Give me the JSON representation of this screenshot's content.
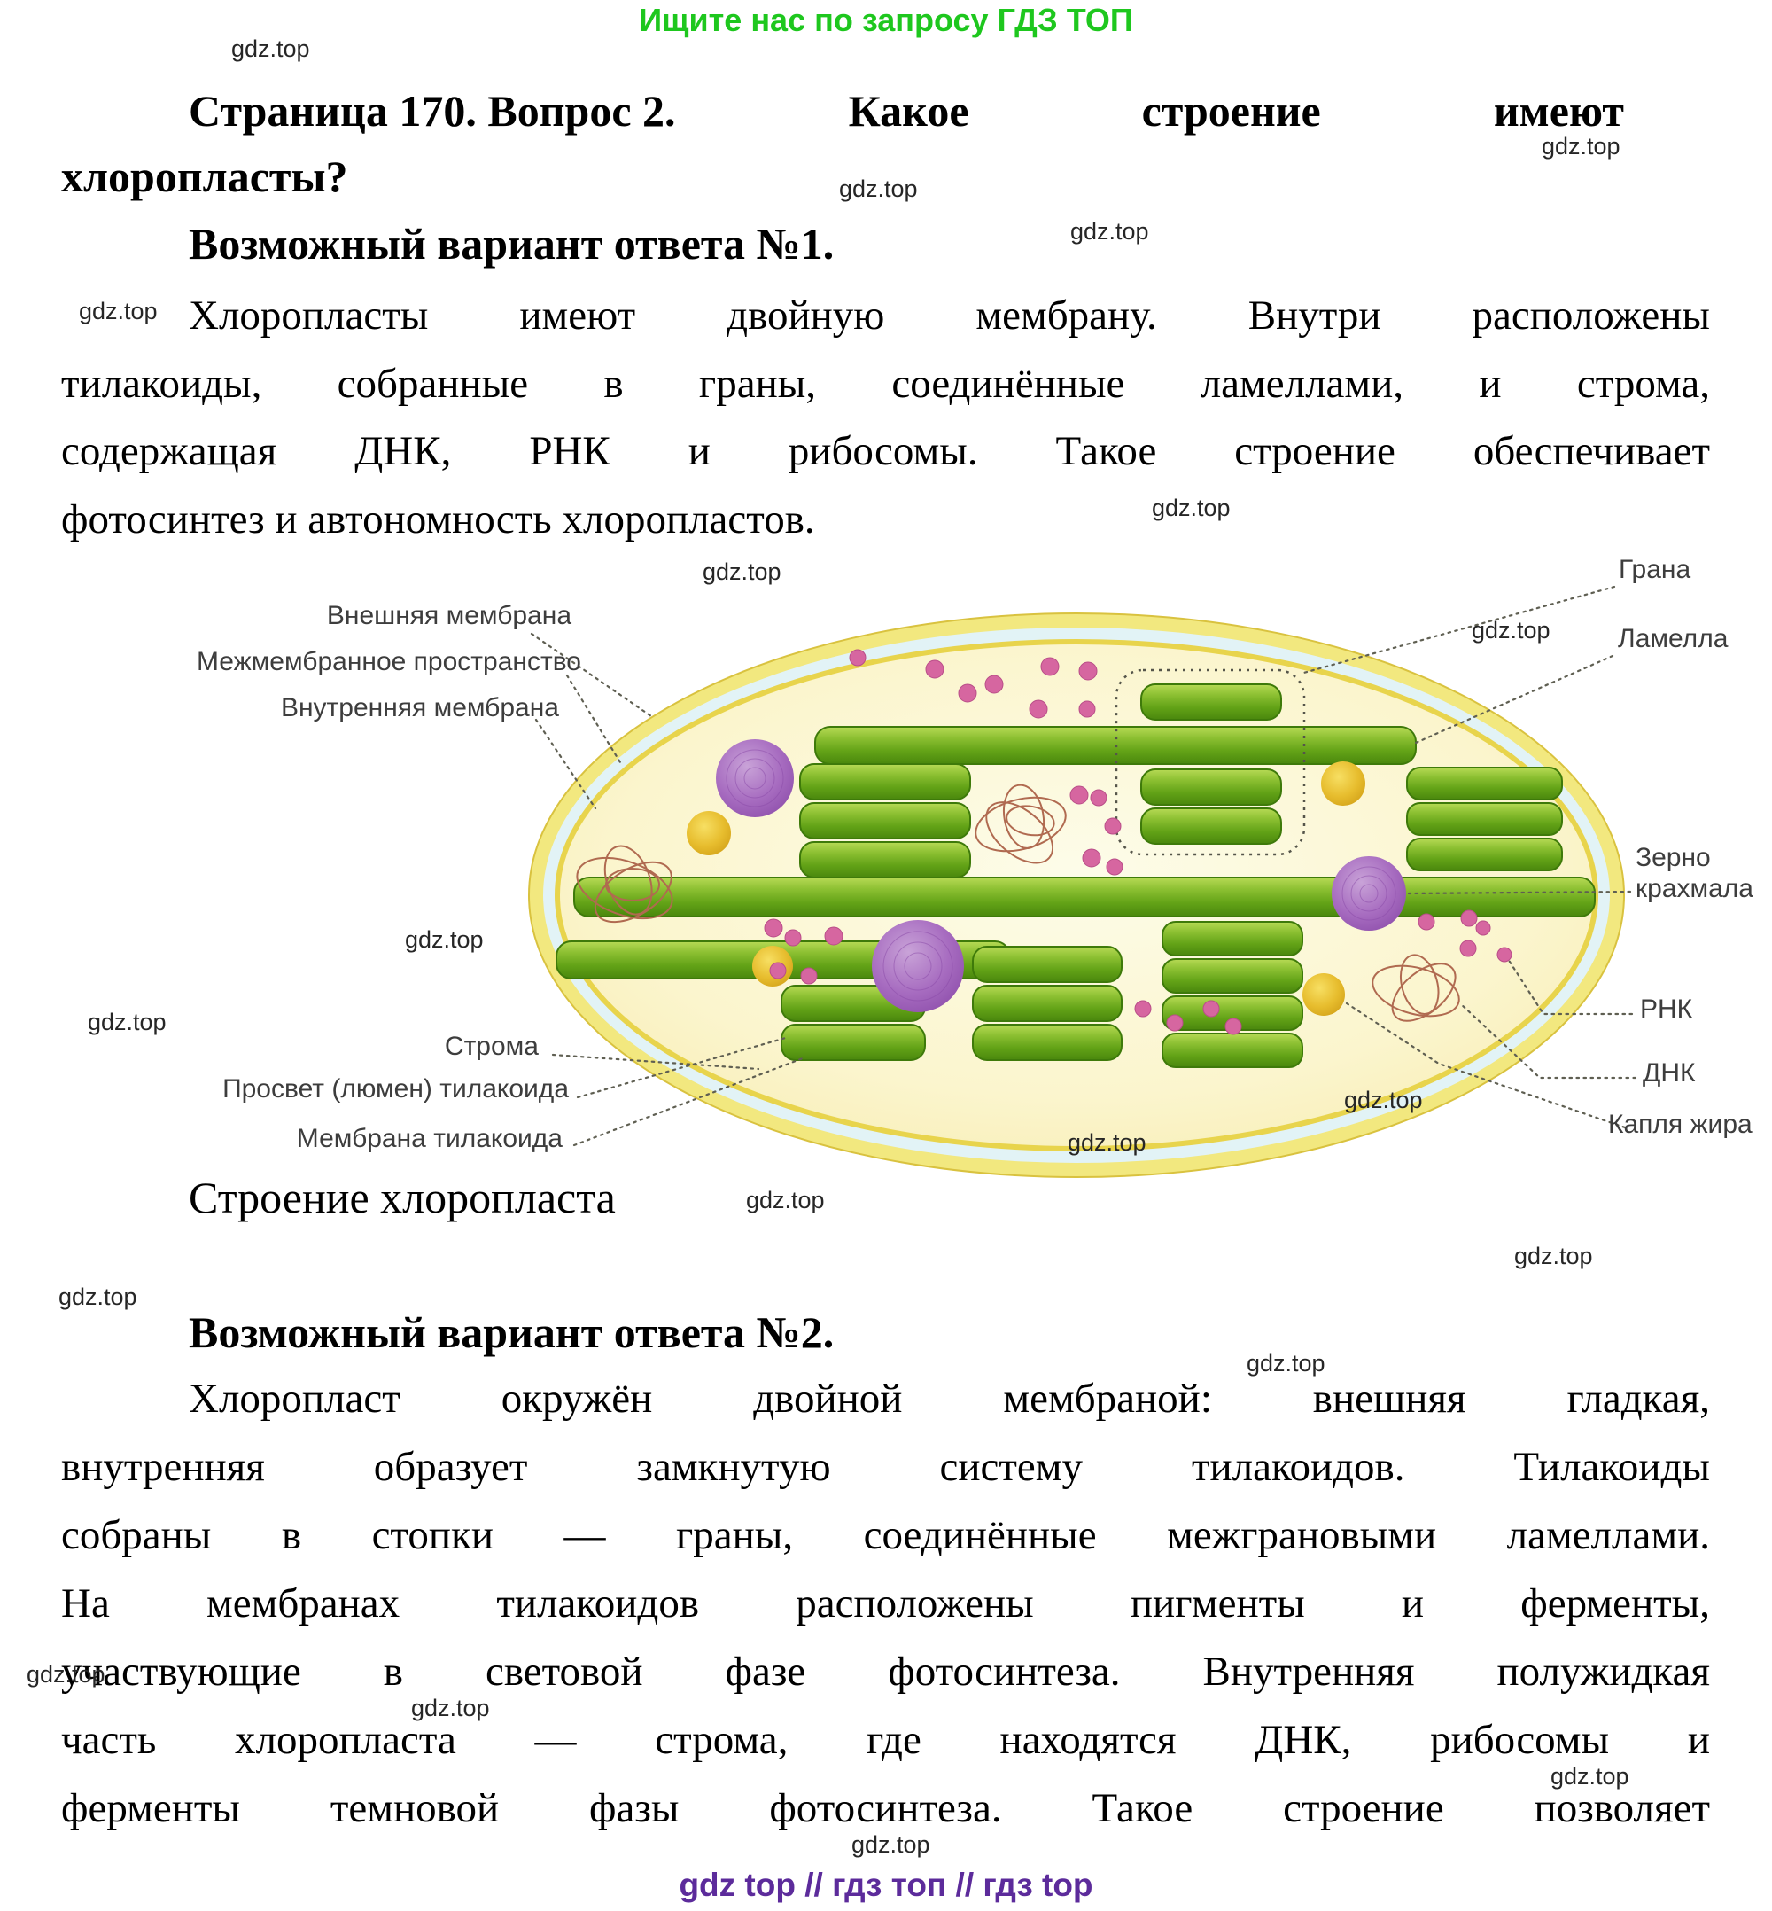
{
  "header": {
    "promo": "Ищите нас по запросу ГДЗ ТОП"
  },
  "watermark": "gdz.top",
  "title": {
    "segment1": "Страница 170. Вопрос 2.",
    "segment2": "Какое",
    "segment3": "строение",
    "segment4": "имеют",
    "line2": "хлоропласты?"
  },
  "answer1": {
    "heading": "Возможный вариант ответа №1.",
    "lines": [
      "Хлоропласты имеют двойную мембрану. Внутри расположены",
      "тилакоиды, собранные в граны, соединённые ламеллами, и строма,",
      "содержащая ДНК, РНК и рибосомы. Такое строение обеспечивает",
      "фотосинтез и автономность хлоропластов."
    ]
  },
  "diagram": {
    "caption": "Строение хлоропласта",
    "labels": {
      "outer_membrane": "Внешняя мембрана",
      "intermembrane_space": "Межмембранное пространство",
      "inner_membrane": "Внутренняя мембрана",
      "stroma": "Строма",
      "lumen": "Просвет (люмен) тилакоида",
      "thylakoid_membrane": "Мембрана тилакоида",
      "granum": "Грана",
      "lamella": "Ламелла",
      "starch_grain": "Зерно крахмала",
      "rna": "РНК",
      "dna": "ДНК",
      "fat_droplet": "Капля жира"
    }
  },
  "answer2": {
    "heading": "Возможный вариант ответа №2.",
    "lines": [
      "Хлоропласт окружён двойной мембраной: внешняя гладкая,",
      "внутренняя образует замкнутую систему тилакоидов. Тилакоиды",
      "собраны в стопки — граны, соединённые межграновыми ламеллами.",
      "На мембранах тилакоидов расположены пигменты и ферменты,",
      "участвующие в световой фазе фотосинтеза. Внутренняя полужидкая",
      "часть хлоропласта — строма, где находятся ДНК, рибосомы и",
      "ферменты темновой фазы фотосинтеза. Такое строение позволяет"
    ]
  },
  "footer": {
    "links": "gdz top  //  гдз топ  //  гдз top"
  },
  "colors": {
    "promo_green": "#1ec71e",
    "footer_purple": "#5c2b9b",
    "membrane_yellow": "#f2e87f",
    "intermembrane_blue": "#e2f3f6",
    "thylakoid_green": "#63a317",
    "starch_purple": "#a76cc0",
    "fat_gold": "#e7bd2e",
    "ribosome_pink": "#d666a0"
  }
}
